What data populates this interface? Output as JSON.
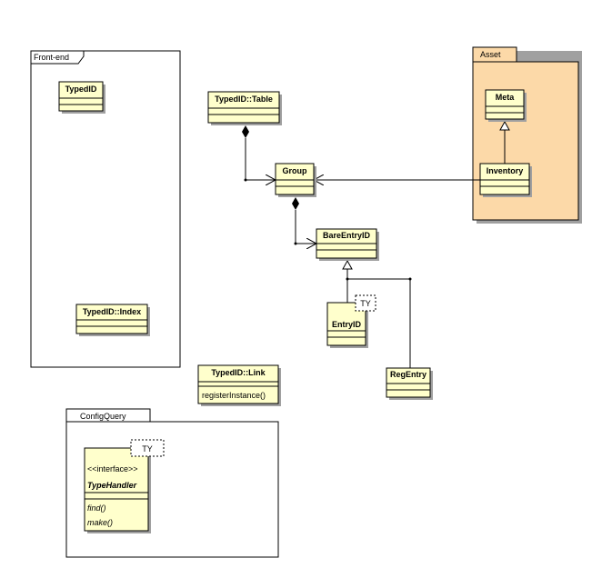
{
  "colors": {
    "class_fill": "#ffffcc",
    "asset_fill": "#fcd9a8",
    "line": "#000000",
    "shadow": "#a0a0a0"
  },
  "packages": {
    "frontend": {
      "name": "Front-end"
    },
    "asset": {
      "name": "Asset"
    },
    "configquery": {
      "name": "ConfigQuery"
    }
  },
  "classes": {
    "typedid": {
      "name": "TypedID"
    },
    "typedid_index": {
      "name": "TypedID::Index"
    },
    "typedid_table": {
      "name": "TypedID::Table"
    },
    "group": {
      "name": "Group"
    },
    "bare_entry_id": {
      "name": "BareEntryID"
    },
    "entry_id": {
      "name": "EntryID",
      "template_param": "TY"
    },
    "reg_entry": {
      "name": "RegEntry"
    },
    "typedid_link": {
      "name": "TypedID::Link",
      "operation": "registerInstance()"
    },
    "meta": {
      "name": "Meta"
    },
    "inventory": {
      "name": "Inventory"
    },
    "type_handler": {
      "stereotype": "<<interface>>",
      "name": "TypeHandler",
      "template_param": "TY",
      "operations": [
        "find()",
        "make()"
      ]
    }
  }
}
